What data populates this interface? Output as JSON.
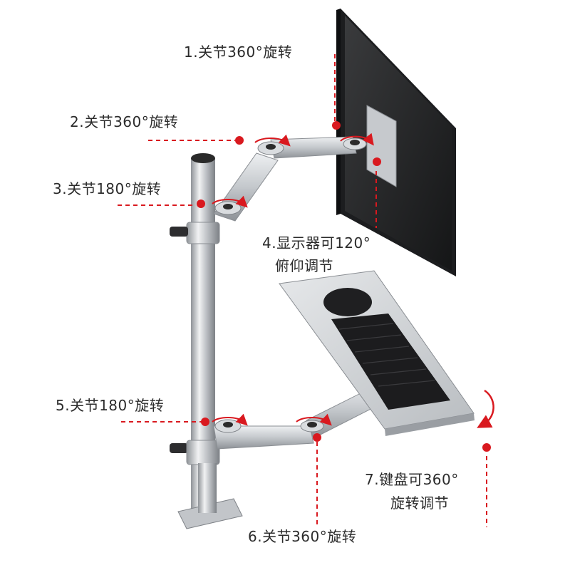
{
  "annotations": [
    {
      "id": "joint-1",
      "text": "1.关节360°旋转"
    },
    {
      "id": "joint-2",
      "text": "2.关节360°旋转"
    },
    {
      "id": "joint-3",
      "text": "3.关节180°旋转"
    },
    {
      "id": "monitor-tilt",
      "line1": "4.显示器可120°",
      "line2": "俯仰调节"
    },
    {
      "id": "joint-5",
      "text": "5.关节180°旋转"
    },
    {
      "id": "joint-6",
      "text": "6.关节360°旋转"
    },
    {
      "id": "keyboard-rotate",
      "line1": "7.键盘可360°",
      "line2": "旋转调节"
    }
  ],
  "colors": {
    "marker": "#d9191f",
    "aluminum": "#c9ccd0",
    "monitor": "#242526",
    "keyboard": "#1c1c1e"
  }
}
